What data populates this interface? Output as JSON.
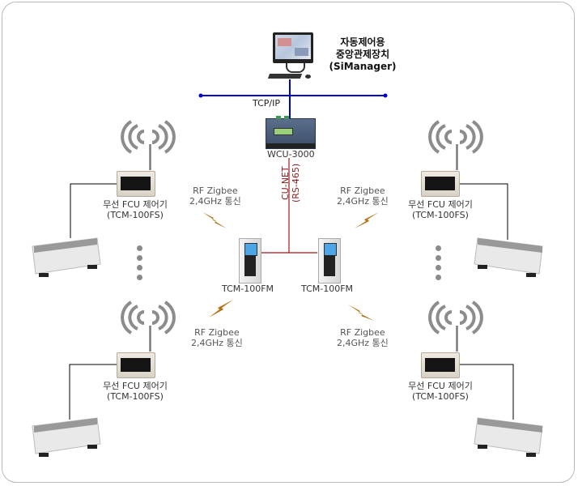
{
  "central": {
    "title_lines": [
      "자동제어용",
      "중앙관제장치",
      "(SiManager)"
    ],
    "device_icon": "desktop-computer-icon"
  },
  "network": {
    "tcpip_label": "TCP/IP",
    "bus_color": "#0000cc",
    "cunet_label": "CU-NET",
    "rs485_label": "(RS-465)",
    "cunet_color": "#a01818"
  },
  "gateway": {
    "label": "WCU-3000"
  },
  "masters": [
    {
      "label": "TCM-100FM"
    },
    {
      "label": "TCM-100FM"
    }
  ],
  "rf_links": [
    {
      "line1": "RF Zigbee",
      "line2": "2,4GHz 통신"
    },
    {
      "line1": "RF Zigbee",
      "line2": "2,4GHz 통신"
    },
    {
      "line1": "RF Zigbee",
      "line2": "2,4GHz 통신"
    },
    {
      "line1": "RF Zigbee",
      "line2": "2,4GHz 통신"
    }
  ],
  "wireless_controllers": [
    {
      "line1": "무선 FCU 제어기",
      "line2": "(TCM-100FS)"
    },
    {
      "line1": "무선 FCU 제어기",
      "line2": "(TCM-100FS)"
    },
    {
      "line1": "무선 FCU 제어기",
      "line2": "(TCM-100FS)"
    },
    {
      "line1": "무선 FCU 제어기",
      "line2": "(TCM-100FS)"
    }
  ],
  "fcu_units": [
    "fan-coil-unit-icon",
    "fan-coil-unit-icon",
    "fan-coil-unit-icon",
    "fan-coil-unit-icon"
  ]
}
